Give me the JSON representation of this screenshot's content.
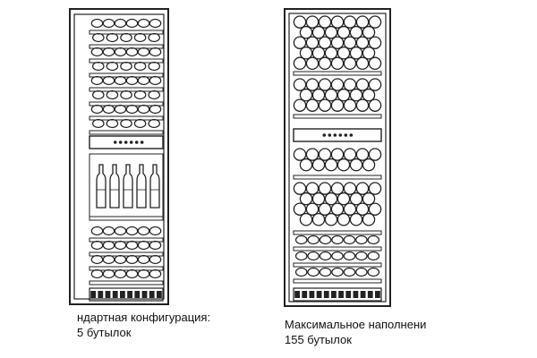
{
  "captions": {
    "standard": {
      "line1": "ндартная конфигурация:",
      "line2": "5 бутылок"
    },
    "maximum": {
      "line1": "Максимальное наполнени",
      "line2": "155 бутылок"
    }
  },
  "colors": {
    "line": "#222222",
    "background": "#ffffff"
  }
}
